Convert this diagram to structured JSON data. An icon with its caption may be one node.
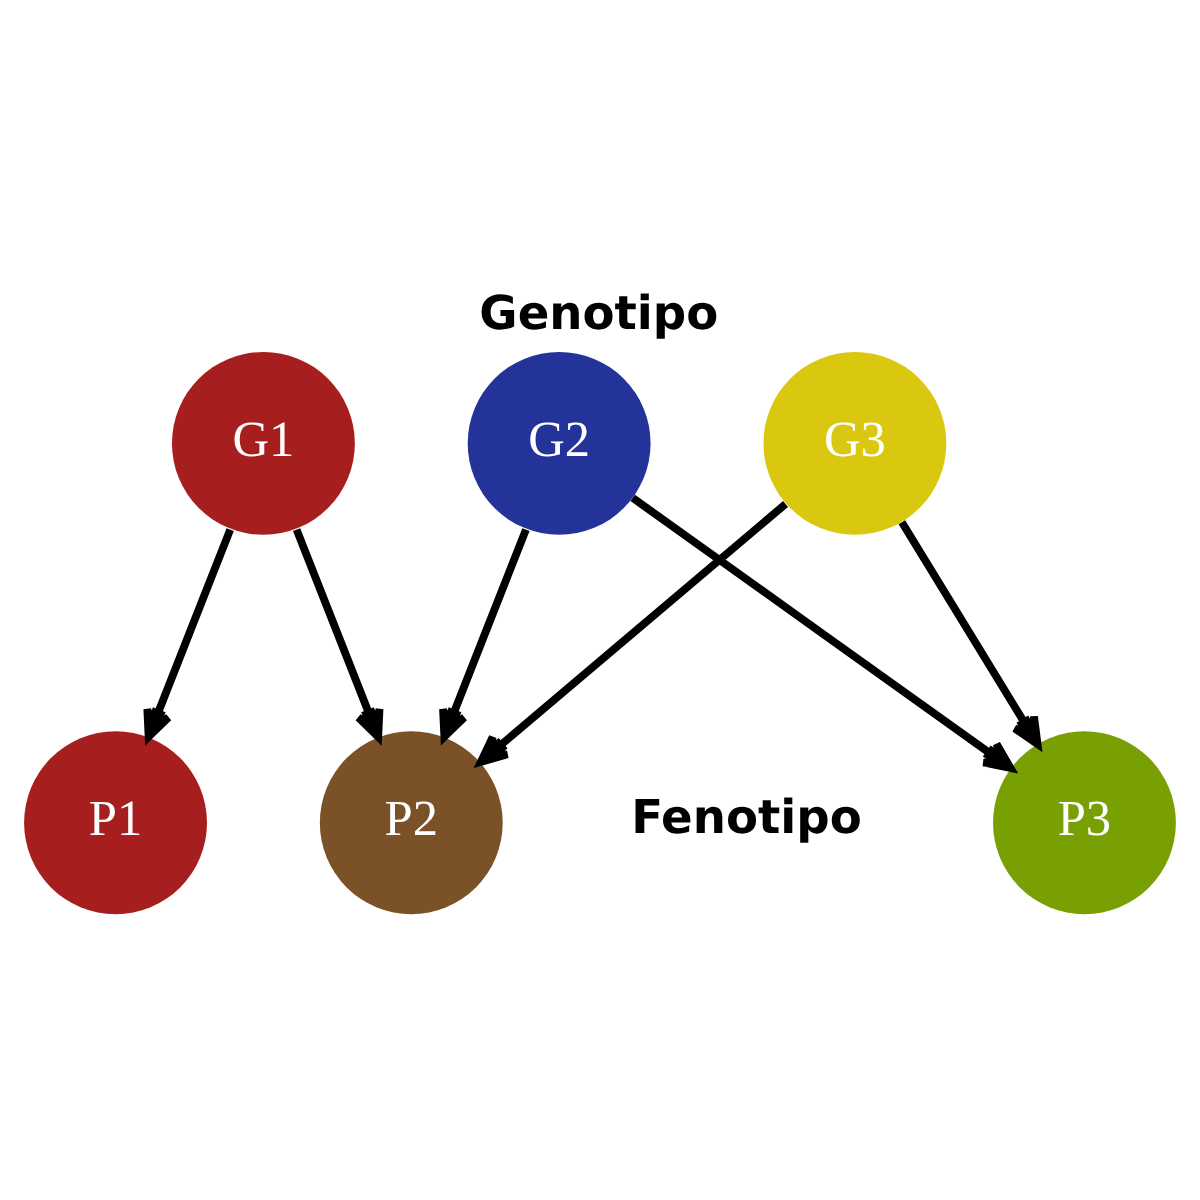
{
  "diagram": {
    "title": "Genotipo",
    "caption": "Fenotipo",
    "nodes": [
      {
        "text": [
          "G1"
        ]
      },
      {
        "text": [
          "G2"
        ]
      },
      {
        "text": [
          "G3"
        ]
      },
      {
        "text": [
          "P1"
        ]
      },
      {
        "text": [
          "P2"
        ]
      },
      {
        "text": [
          "P3"
        ]
      }
    ],
    "edges": [
      {
        "from": 0,
        "to": 3,
        "arrow": "to"
      },
      {
        "from": 0,
        "to": 4,
        "arrow": "to"
      },
      {
        "from": 1,
        "to": 4,
        "arrow": "to"
      },
      {
        "from": 1,
        "to": 5,
        "arrow": "to"
      },
      {
        "from": 2,
        "to": 4,
        "arrow": "to"
      },
      {
        "from": 2,
        "to": 5,
        "arrow": "to"
      }
    ]
  }
}
